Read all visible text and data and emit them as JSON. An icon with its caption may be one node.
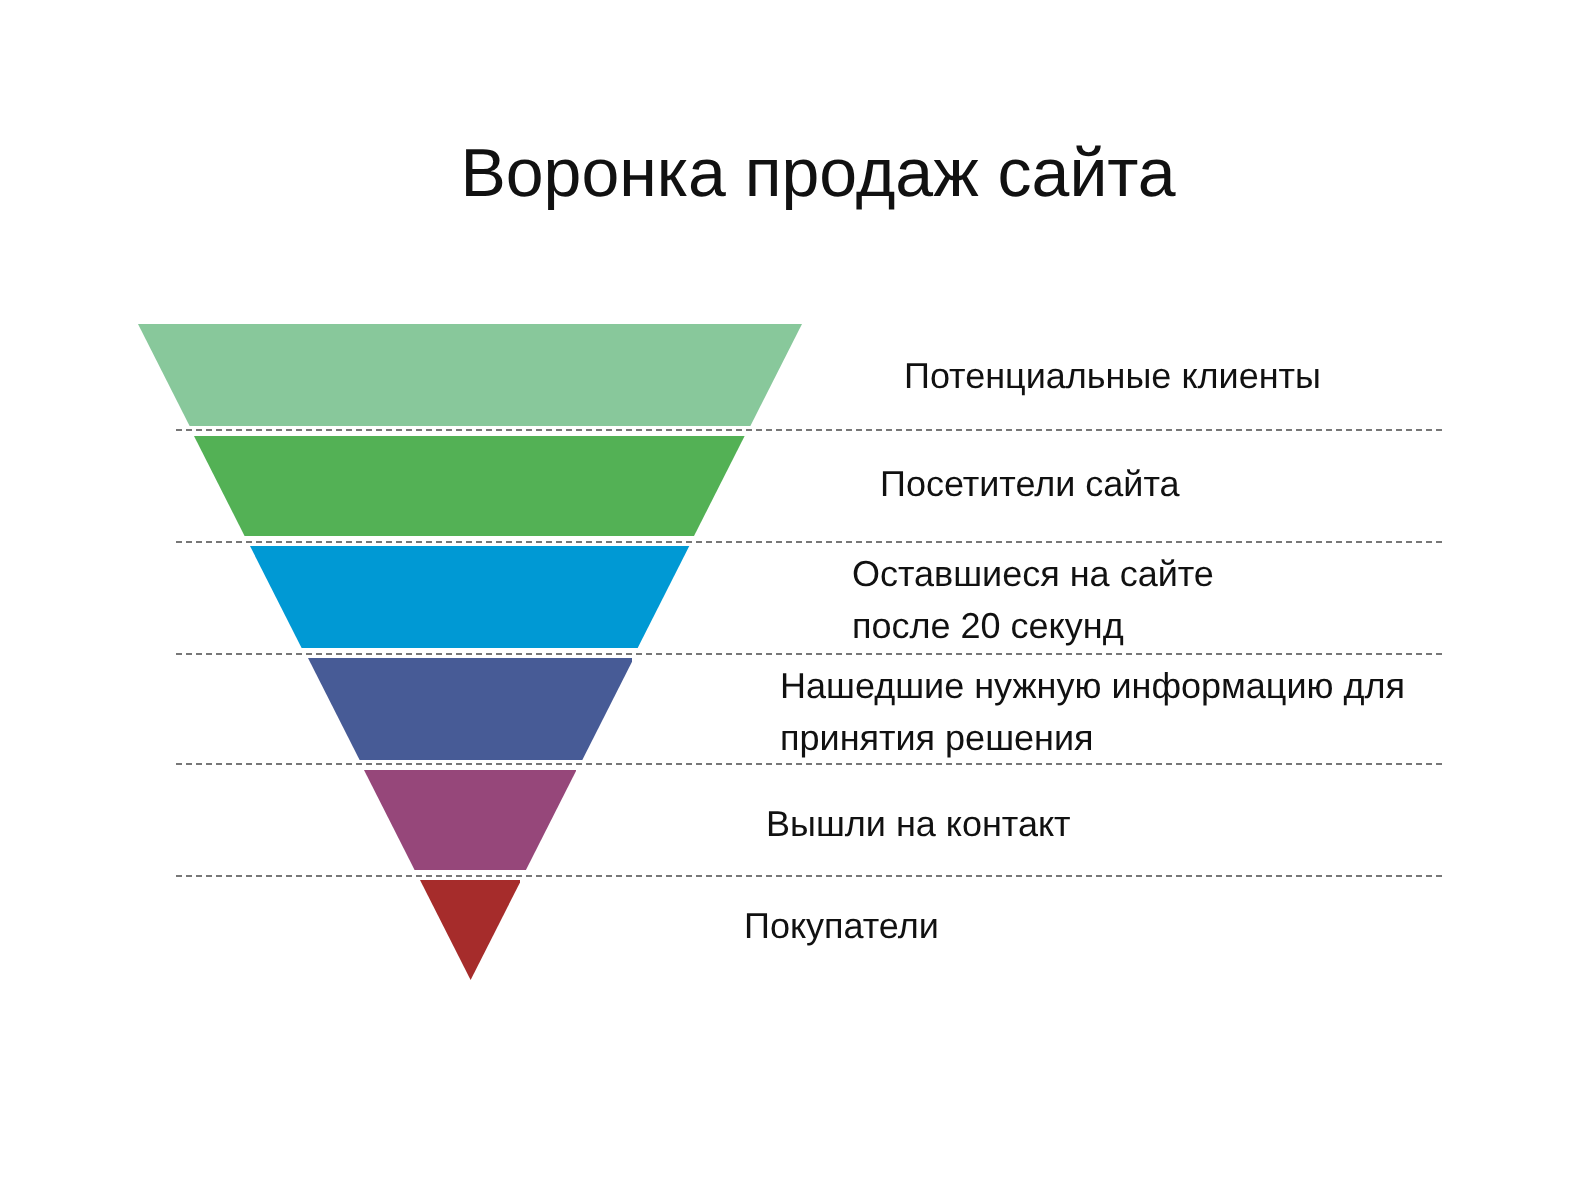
{
  "diagram": {
    "title": "Воронка продаж сайта",
    "nodes": [
      {
        "text": [],
        "shape": "trapezoid"
      },
      {
        "text": [],
        "shape": "trapezoid"
      },
      {
        "text": [],
        "shape": "trapezoid"
      },
      {
        "text": [],
        "shape": "trapezoid"
      },
      {
        "text": [],
        "shape": "trapezoid"
      },
      {
        "text": [],
        "shape": "triangle"
      }
    ],
    "labels": [
      "Потенциальные клиенты",
      "Посетители сайта",
      "Оставшиеся на сайте после 20 секунд",
      "Нашедшие нужную информацию для принятия решения",
      "Вышли на контакт",
      "Покупатели"
    ]
  }
}
